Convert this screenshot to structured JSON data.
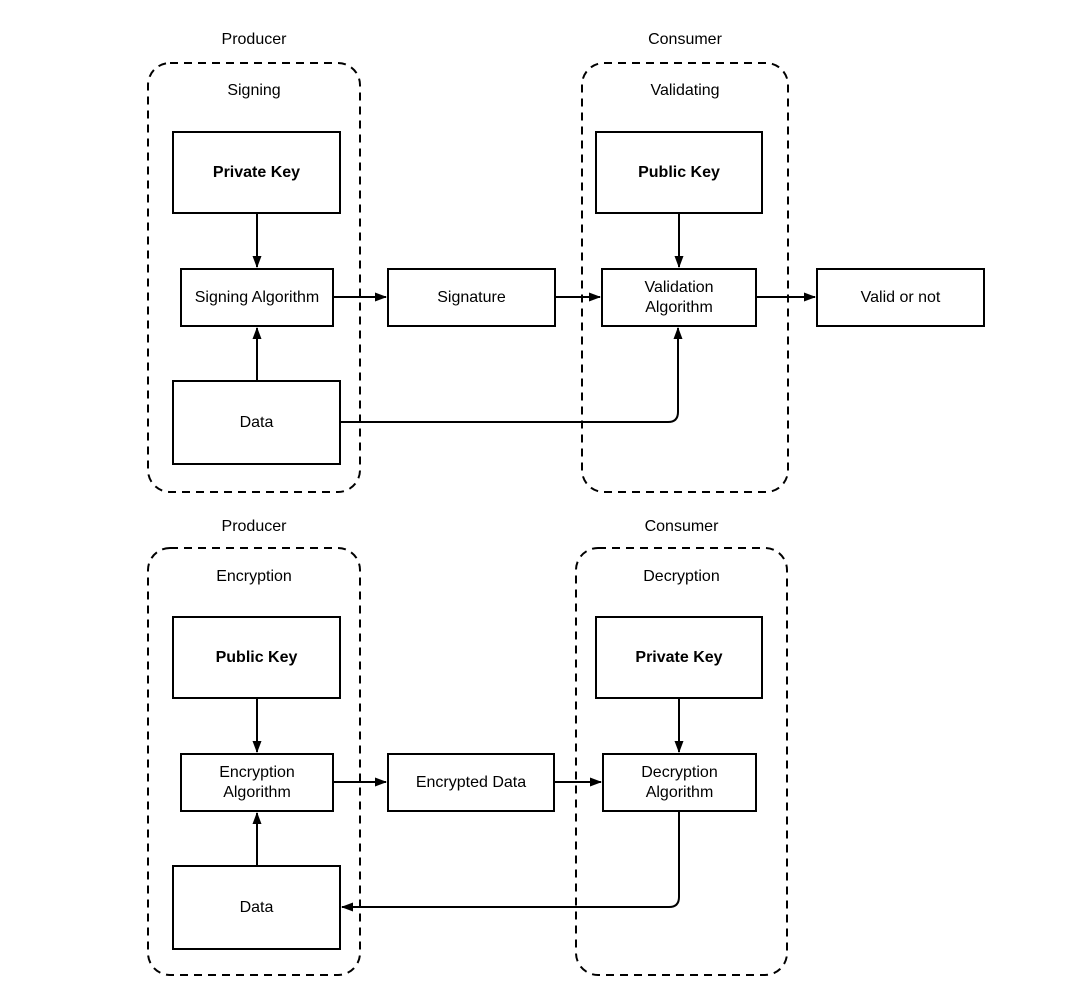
{
  "colors": {
    "stroke": "#000000",
    "background": "#ffffff",
    "box_fill": "#ffffff"
  },
  "signing_flow": {
    "producer_title": "Producer",
    "consumer_title": "Consumer",
    "producer_group": "Signing",
    "consumer_group": "Validating",
    "nodes": {
      "private_key": "Private Key",
      "signing_algorithm": "Signing Algorithm",
      "signature": "Signature",
      "data": "Data",
      "public_key": "Public Key",
      "validation_algorithm": "Validation\nAlgorithm",
      "valid_or_not": "Valid or not"
    }
  },
  "encryption_flow": {
    "producer_title": "Producer",
    "consumer_title": "Consumer",
    "producer_group": "Encryption",
    "consumer_group": "Decryption",
    "nodes": {
      "public_key": "Public Key",
      "encryption_algorithm": "Encryption\nAlgorithm",
      "encrypted_data": "Encrypted Data",
      "data": "Data",
      "private_key": "Private Key",
      "decryption_algorithm": "Decryption\nAlgorithm"
    }
  }
}
